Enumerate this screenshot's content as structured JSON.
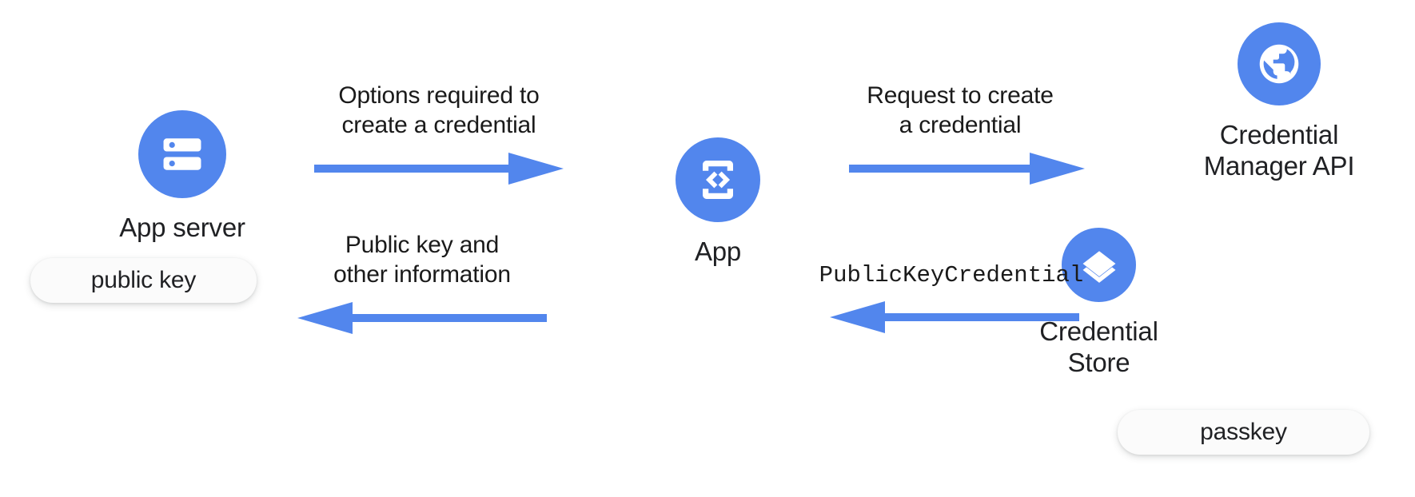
{
  "diagram": {
    "title": "Passkey creation flow between App server, App, Credential Manager API and Credential Store",
    "accent_color": "#5286ED",
    "text_color": "#202124",
    "background_color": "#FFFFFF",
    "pill_background": "#FBFBFB"
  },
  "nodes": [
    {
      "id": "app-server",
      "label": "App server",
      "icon": "server-icon",
      "pill": "public key"
    },
    {
      "id": "app",
      "label": "App",
      "icon": "code-brackets-device-icon",
      "pill": null
    },
    {
      "id": "credential-manager-api",
      "label": "Credential\nManager API",
      "icon": "globe-icon",
      "pill": null
    },
    {
      "id": "credential-store",
      "label": "Credential Store",
      "icon": "layers-icon",
      "pill": "passkey"
    }
  ],
  "flows": [
    {
      "id": "options-required",
      "caption": "Options required to\ncreate a credential",
      "direction": "right",
      "mono": false,
      "from": "app-server",
      "to": "app"
    },
    {
      "id": "public-key-and-other-information",
      "caption": "Public key and\nother information",
      "direction": "left",
      "mono": false,
      "from": "app",
      "to": "app-server"
    },
    {
      "id": "request-to-create",
      "caption": "Request to create\na credential",
      "direction": "right",
      "mono": false,
      "from": "app",
      "to": "credential-manager-api"
    },
    {
      "id": "public-key-credential",
      "caption": "PublicKeyCredential",
      "direction": "left",
      "mono": true,
      "from": "credential-store",
      "to": "app"
    }
  ]
}
